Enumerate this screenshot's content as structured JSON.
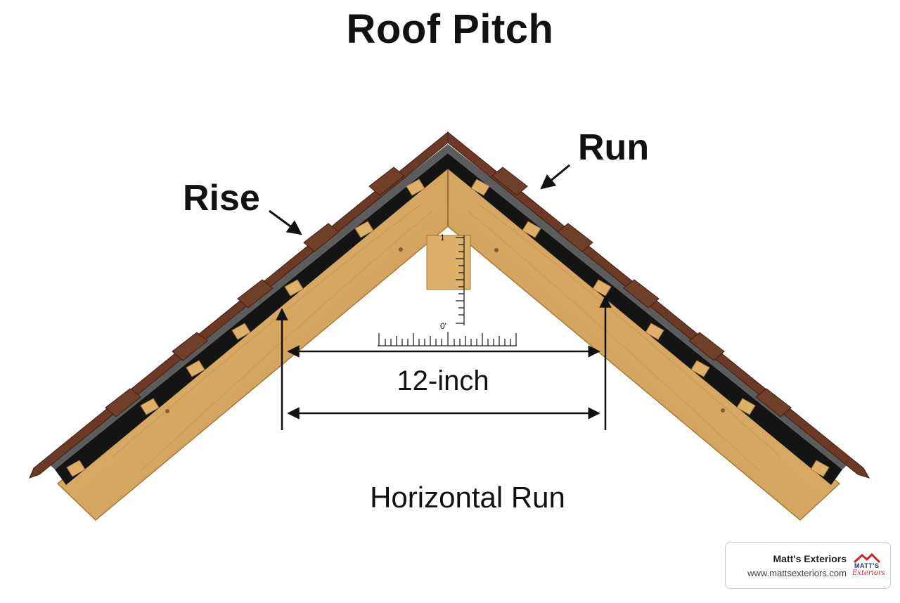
{
  "title": "Roof Pitch",
  "labels": {
    "rise": "Rise",
    "run": "Run",
    "measure": "12-inch",
    "horizontal_run": "Horizontal Run",
    "ruler_top": "1",
    "ruler_zero": "0'"
  },
  "badge": {
    "name": "Matt's Exteriors",
    "url": "www.mattsexteriors.com",
    "logo_top": "MATT'S",
    "logo_bottom": "Exteriors"
  },
  "colors": {
    "wood": "#d9ad65",
    "wood_dark": "#b88a45",
    "shingle": "#6a3a26",
    "underlayment": "#141414",
    "felt": "#5c5c5c",
    "text": "#111111",
    "logo_red": "#c62828",
    "logo_blue": "#1f3b6e"
  }
}
